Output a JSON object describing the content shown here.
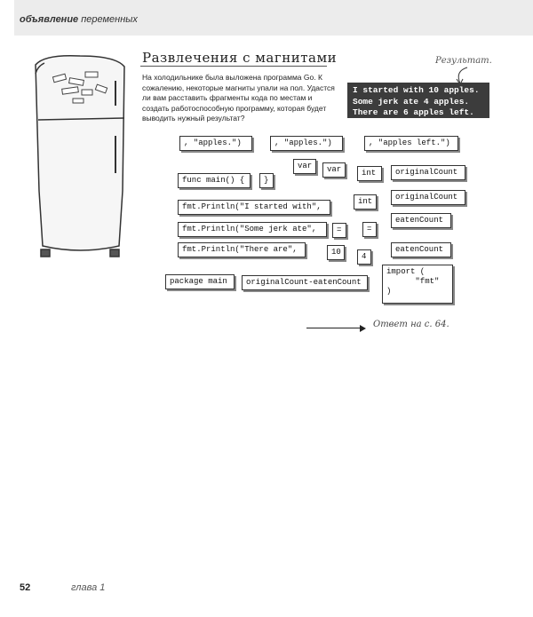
{
  "header": {
    "bold": "объявление",
    "rest": "переменных"
  },
  "title": "Развлечения с магнитами",
  "intro": "На холодильнике была выложена программа Go. К сожалению, некоторые магниты упали на пол. Удастся ли вам расставить фрагменты кода по местам и создать работоспособную программу, которая будет выводить нужный результат?",
  "result_label": "Результат.",
  "output": [
    "I started with 10 apples.",
    "Some jerk ate 4 apples.",
    "There are 6 apples left."
  ],
  "magnets": [
    ", \"apples.\")",
    ", \"apples.\")",
    ", \"apples left.\")",
    "var",
    "var",
    "int",
    "originalCount",
    "func main() {",
    "}",
    "originalCount",
    "int",
    "fmt.Println(\"I started with\",",
    "eatenCount",
    "fmt.Println(\"Some jerk ate\",",
    "=",
    "=",
    "eatenCount",
    "fmt.Println(\"There are\",",
    "10",
    "4",
    "import (\n      \"fmt\"\n)",
    "package main",
    "originalCount-eatenCount"
  ],
  "answer": "Ответ на с. 64.",
  "footer": {
    "page": "52",
    "chapter": "глава 1"
  }
}
